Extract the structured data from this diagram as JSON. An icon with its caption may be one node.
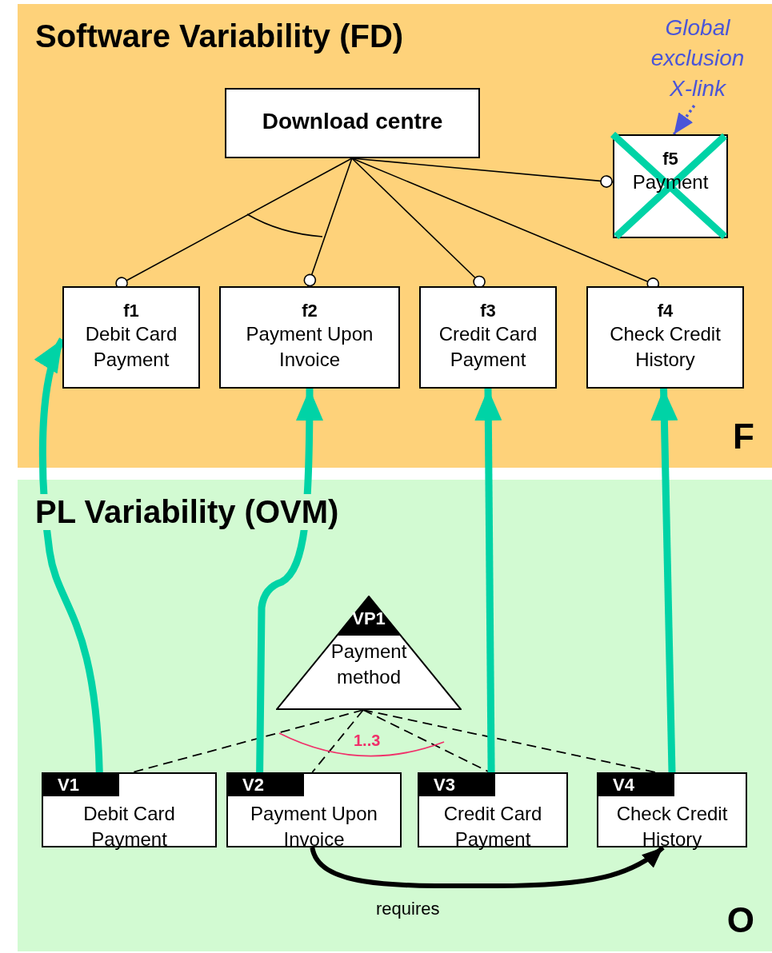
{
  "diagram": {
    "nodes": [
      {
        "text": [
          "Software Variability (FD)",
          "F"
        ]
      },
      {
        "text": [
          "Download centre"
        ],
        "in": 0
      },
      {
        "text": [
          "f1",
          "Debit Card Payment"
        ],
        "in": 0
      },
      {
        "text": [
          "f2",
          "Payment Upon Invoice"
        ],
        "in": 0
      },
      {
        "text": [
          "f3",
          "Credit Card Payment"
        ],
        "in": 0
      },
      {
        "text": [
          "f4",
          "Check Credit History"
        ],
        "in": 0
      },
      {
        "text": [
          "f5",
          "Payment"
        ],
        "in": 0
      },
      {
        "text": [
          "Global exclusion X-link"
        ],
        "in": 0
      },
      {
        "text": [
          "PL Variability (OVM)",
          "O"
        ]
      },
      {
        "text": [
          "VP1",
          "Payment method"
        ],
        "in": 8
      },
      {
        "text": [
          "V1",
          "Debit Card Payment"
        ],
        "in": 8
      },
      {
        "text": [
          "V2",
          "Payment Upon Invoice"
        ],
        "in": 8
      },
      {
        "text": [
          "V3",
          "Credit Card Payment"
        ],
        "in": 8
      },
      {
        "text": [
          "V4",
          "Check Credit History"
        ],
        "in": 8
      }
    ],
    "edges": [
      {
        "from": 1,
        "to": 2,
        "arrow": "other"
      },
      {
        "from": 1,
        "to": 3,
        "arrow": "other"
      },
      {
        "from": 1,
        "to": 4,
        "arrow": "other"
      },
      {
        "from": 1,
        "to": 5,
        "arrow": "other"
      },
      {
        "from": 1,
        "to": 6,
        "arrow": "other"
      },
      {
        "from": 7,
        "to": 6,
        "arrow": "to",
        "style": "dashed",
        "color": "#4a55d8"
      },
      {
        "from": 9,
        "to": 10,
        "arrow": "none",
        "style": "dashed"
      },
      {
        "from": 9,
        "to": 11,
        "arrow": "none",
        "style": "dashed"
      },
      {
        "from": 9,
        "to": 12,
        "arrow": "none",
        "style": "dashed"
      },
      {
        "from": 9,
        "to": 13,
        "arrow": "none",
        "style": "dashed"
      },
      {
        "from": 10,
        "to": 2,
        "arrow": "to",
        "style": "thick",
        "color": "#00d3a6"
      },
      {
        "from": 11,
        "to": 3,
        "arrow": "to",
        "style": "thick",
        "color": "#00d3a6"
      },
      {
        "from": 12,
        "to": 4,
        "arrow": "to",
        "style": "thick",
        "color": "#00d3a6"
      },
      {
        "from": 13,
        "to": 5,
        "arrow": "to",
        "style": "thick",
        "color": "#00d3a6"
      },
      {
        "from": 11,
        "to": 13,
        "arrow": "to",
        "label": "requires",
        "style": "thick"
      }
    ],
    "labels": [
      "1..3"
    ]
  }
}
